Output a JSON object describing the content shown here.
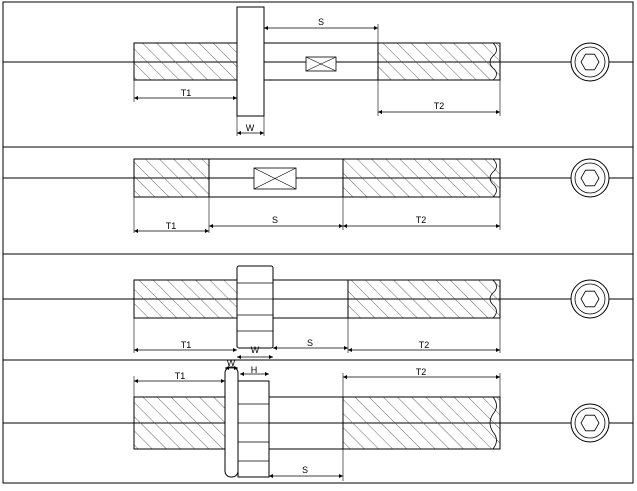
{
  "diagram": {
    "rows": [
      {
        "id": "row-1",
        "labels": {
          "s": "S",
          "t1": "T1",
          "t2": "T2",
          "w": "W"
        }
      },
      {
        "id": "row-2",
        "labels": {
          "t1": "T1",
          "s": "S",
          "t2": "T2"
        }
      },
      {
        "id": "row-3",
        "labels": {
          "t1": "T1",
          "w": "W",
          "s": "S",
          "t2": "T2"
        }
      },
      {
        "id": "row-4",
        "labels": {
          "w": "W",
          "h": "H",
          "t1": "T1",
          "t2": "T2",
          "s": "S"
        }
      }
    ],
    "colors": {
      "stroke": "#000000",
      "hatch": "#444444",
      "background": "#ffffff"
    }
  }
}
